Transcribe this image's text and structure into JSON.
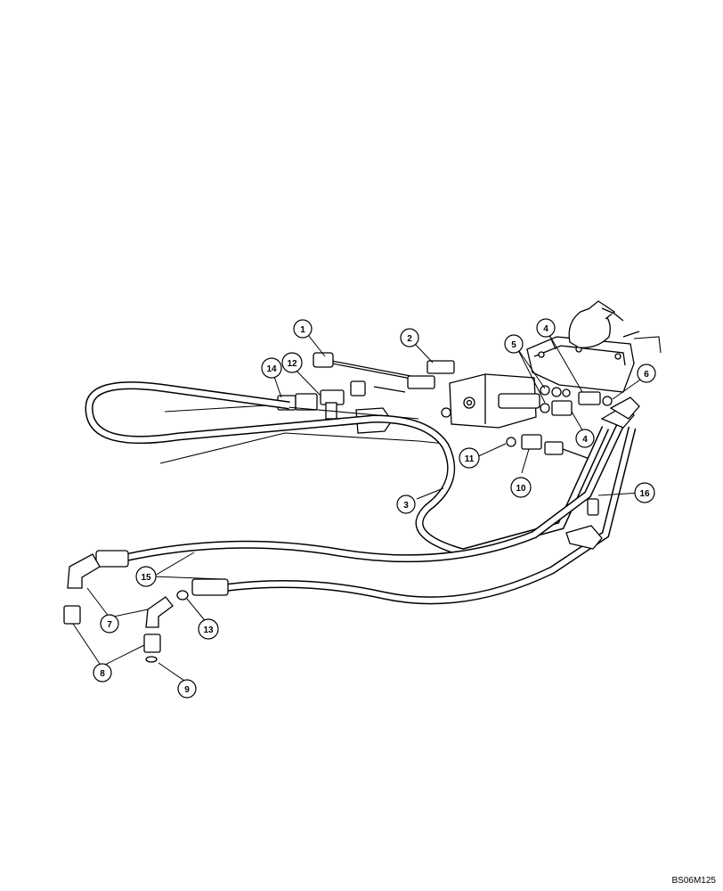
{
  "figure_code": "BS06M125",
  "callouts": [
    "1",
    "2",
    "3",
    "4",
    "4",
    "5",
    "6",
    "7",
    "8",
    "9",
    "10",
    "11",
    "12",
    "13",
    "14",
    "15",
    "16"
  ]
}
